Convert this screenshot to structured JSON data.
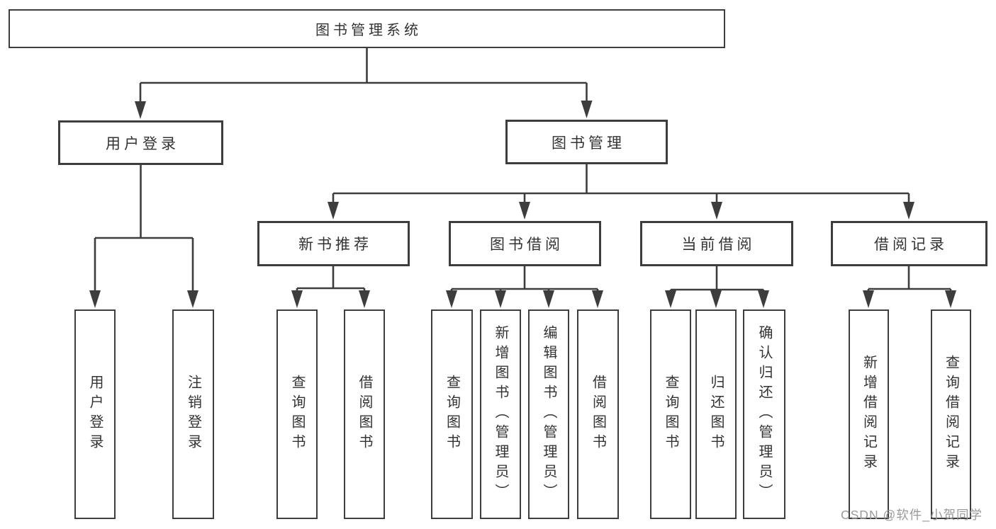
{
  "nodes": {
    "root": "图书管理系统",
    "level2": [
      "用户登录",
      "图书管理"
    ],
    "level3": [
      "新书推荐",
      "图书借阅",
      "当前借阅",
      "借阅记录"
    ],
    "leaves_login": [
      "用户登录",
      "注销登录"
    ],
    "leaves_newbook": [
      "查询图书",
      "借阅图书"
    ],
    "leaves_bookborrow": [
      "查询图书",
      "新增图书（管理员）",
      "编辑图书（管理员）",
      "借阅图书"
    ],
    "leaves_current": [
      "查询图书",
      "归还图书",
      "确认归还（管理员）"
    ],
    "leaves_records": [
      "新增借阅记录",
      "查询借阅记录"
    ]
  },
  "watermark": {
    "text": "CSDN @软件_小贺同学"
  },
  "colors": {
    "line": "#3d3d3d",
    "text": "#333333",
    "watermark": "#9a9a9a",
    "background": "#ffffff"
  }
}
